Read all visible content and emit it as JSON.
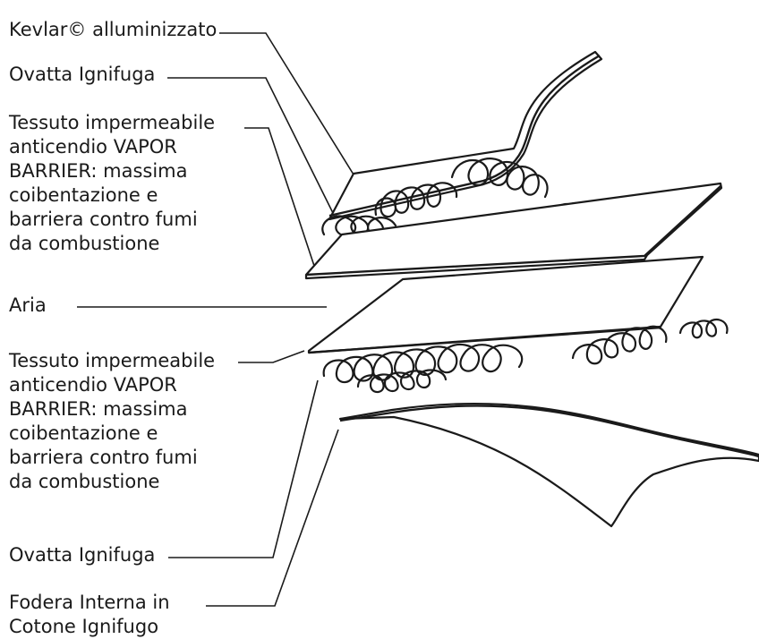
{
  "labels": [
    {
      "id": "kevlar",
      "text": "Kevlar© alluminizzato"
    },
    {
      "id": "ovatta-top",
      "text": "Ovatta Ignifuga"
    },
    {
      "id": "tessuto-top",
      "text": "Tessuto impermeabile\nanticendio VAPOR\nBARRIER: massima\ncoibentazione e\nbarriera contro fumi\nda combustione"
    },
    {
      "id": "aria",
      "text": "Aria"
    },
    {
      "id": "tessuto-bottom",
      "text": "Tessuto impermeabile\nanticendio VAPOR\nBARRIER: massima\ncoibentazione e\nbarriera contro fumi\nda combustione"
    },
    {
      "id": "ovatta-bottom",
      "text": "Ovatta Ignifuga"
    },
    {
      "id": "fodera",
      "text": "Fodera Interna in\nCotone Ignifugo"
    }
  ]
}
